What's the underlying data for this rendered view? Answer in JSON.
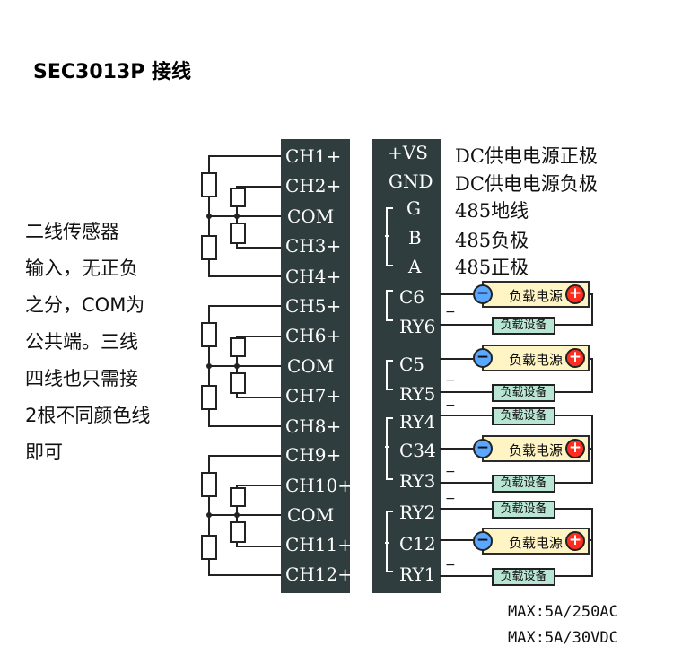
{
  "title": "SEC3013P 接线",
  "description": "二线传感器\n输入，无正负\n之分，COM为\n公共端。三线\n四线也只需接\n2根不同颜色线\n即可",
  "left_terminal": [
    "CH1+",
    "CH2+",
    "COM",
    "CH3+",
    "CH4+",
    "CH5+",
    "CH6+",
    "COM",
    "CH7+",
    "CH8+",
    "CH9+",
    "CH10+",
    "COM",
    "CH11+",
    "CH12+"
  ],
  "right_terminal": [
    "+VS",
    "GND",
    "G",
    "B",
    "A",
    "C6",
    "RY6",
    "C5",
    "RY5",
    "RY4",
    "C34",
    "RY3",
    "RY2",
    "C12",
    "RY1"
  ],
  "functions": [
    "DC供电电源正极",
    "DC供电电源负极",
    "485地线",
    "485负极",
    "485正极"
  ],
  "load_power_label": "负载电源",
  "load_device_label": "负载设备",
  "minus_sign": "−",
  "plus_sign": "+",
  "ratings": [
    "MAX:5A/250AC",
    "MAX:5A/30VDC"
  ]
}
